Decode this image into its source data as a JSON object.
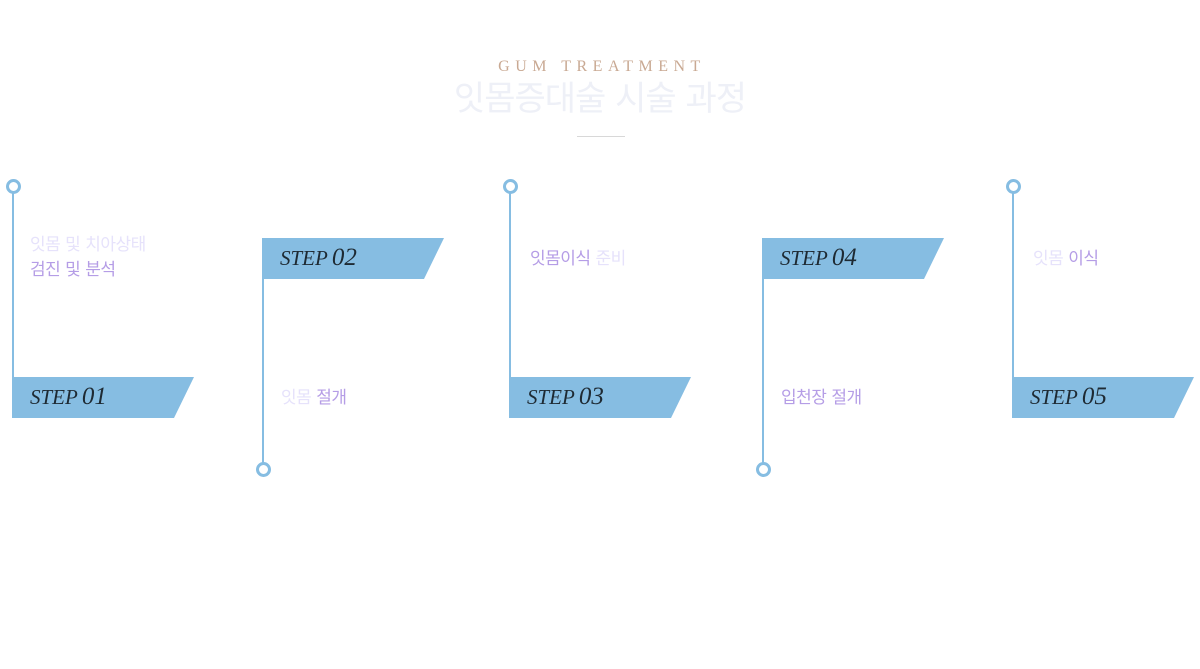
{
  "header": {
    "eyebrow": "GUM TREATMENT",
    "title": "잇몸증대술 시술 과정"
  },
  "colors": {
    "accent_blue": "#86bde2",
    "eyebrow": "#c9a993",
    "title": "#eef0f7",
    "text_light": "#e6e2fb",
    "text_dark": "#b59de6",
    "step_label": "#1e2a33"
  },
  "steps": [
    {
      "word": "STEP",
      "number": "01",
      "desc_lines": [
        [
          {
            "text": "잇몸 및 치아상태",
            "tone": "light"
          }
        ],
        [
          {
            "text": "검진 및 분석",
            "tone": "dark"
          }
        ]
      ]
    },
    {
      "word": "STEP",
      "number": "02",
      "desc_lines": [
        [
          {
            "text": "잇몸 ",
            "tone": "light"
          },
          {
            "text": "절개",
            "tone": "dark"
          }
        ]
      ]
    },
    {
      "word": "STEP",
      "number": "03",
      "desc_lines": [
        [
          {
            "text": "잇몸이식 ",
            "tone": "dark"
          },
          {
            "text": "준비",
            "tone": "light"
          }
        ]
      ]
    },
    {
      "word": "STEP",
      "number": "04",
      "desc_lines": [
        [
          {
            "text": "입천장 절개",
            "tone": "dark"
          }
        ]
      ]
    },
    {
      "word": "STEP",
      "number": "05",
      "desc_lines": [
        [
          {
            "text": "잇몸 ",
            "tone": "light"
          },
          {
            "text": "이식",
            "tone": "dark"
          }
        ]
      ]
    }
  ]
}
